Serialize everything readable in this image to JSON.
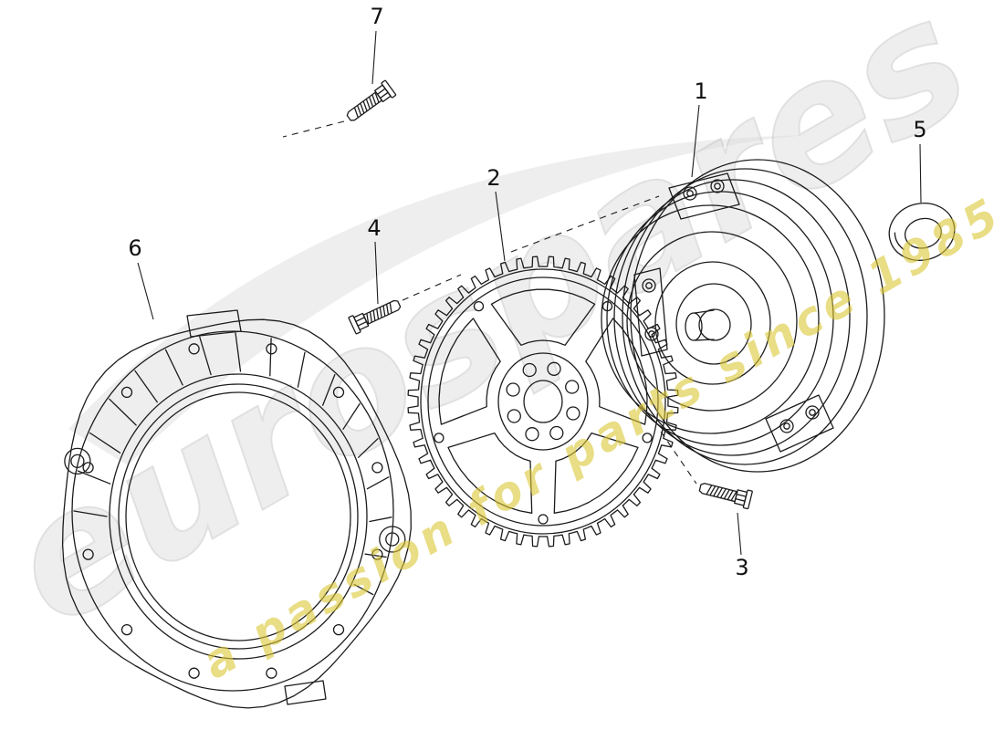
{
  "watermark": {
    "brand": "eurospares",
    "tagline": "a passion for parts since 1985",
    "brand_color": "#dedede",
    "tagline_color": "#dcc735"
  },
  "diagram": {
    "line_color": "#1c1c1c",
    "parts": [
      {
        "label": "1"
      },
      {
        "label": "2"
      },
      {
        "label": "3"
      },
      {
        "label": "4"
      },
      {
        "label": "5"
      },
      {
        "label": "6"
      },
      {
        "label": "7"
      }
    ]
  }
}
